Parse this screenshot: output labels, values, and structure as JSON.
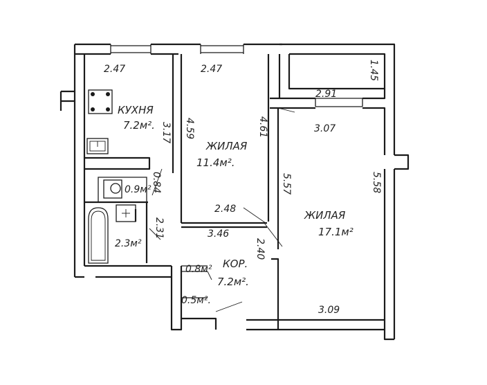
{
  "rooms": {
    "kitchen": {
      "name": "КУХНЯ",
      "area": "7.2м²."
    },
    "living1": {
      "name": "ЖИЛАЯ",
      "area": "11.4м²."
    },
    "living2": {
      "name": "ЖИЛАЯ",
      "area": "17.1м²"
    },
    "corridor": {
      "name": "КОР.",
      "area": "7.2м²."
    },
    "bathroom": {
      "area": "2.3м²"
    },
    "wc": {
      "area": "0.9м²"
    },
    "closet1": {
      "area": "0.8м²"
    },
    "closet2": {
      "area": "0.5м²."
    }
  },
  "dimensions": {
    "kitchen_width": "2.47",
    "kitchen_length": "3.17",
    "living1_width": "2.47",
    "living1_left": "4.59",
    "living1_right": "4.61",
    "living1_bottom": "3.46",
    "corridor_diag": "2.48",
    "balcony_width": "2.91",
    "balcony_depth": "1.45",
    "living2_top": "3.07",
    "living2_left": "5.57",
    "living2_right": "5.58",
    "living2_bottom": "3.09",
    "wc_width": "0.84",
    "bath_length": "2.31",
    "corridor_h": "2.40"
  }
}
